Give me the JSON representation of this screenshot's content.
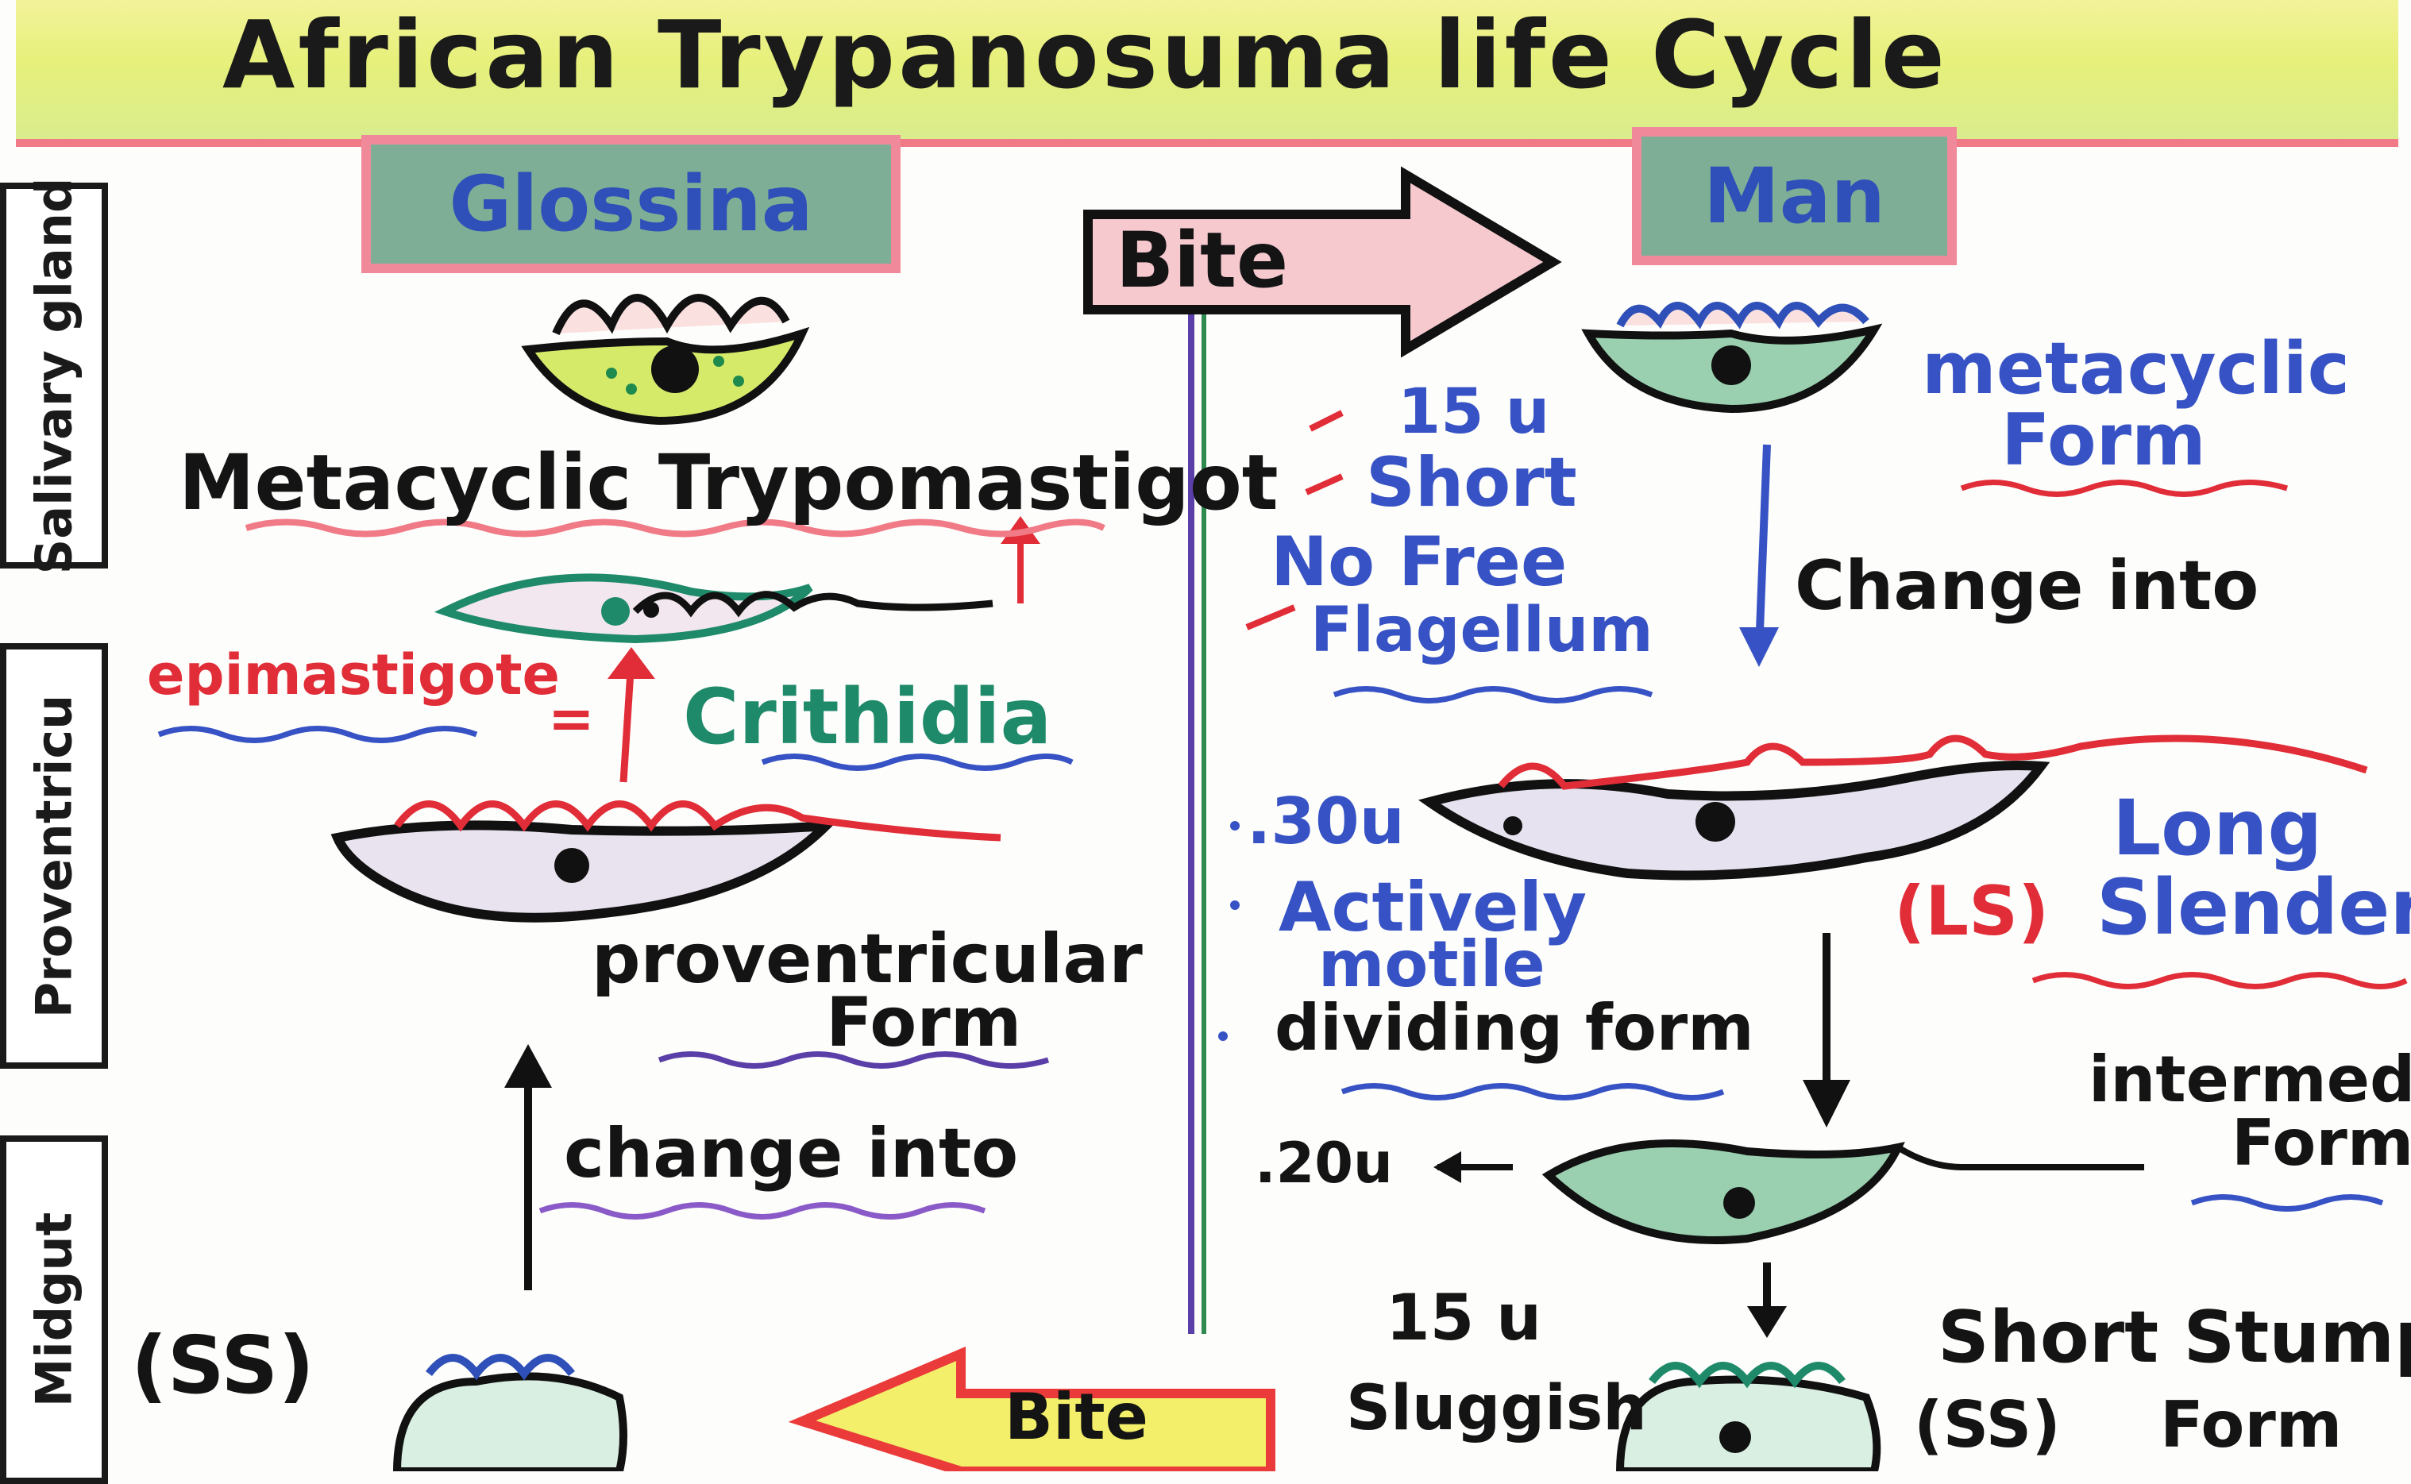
{
  "title": "African Trypanosuma life Cycle",
  "hosts": {
    "vector": "Glossina",
    "human": "Man"
  },
  "side_labels": {
    "salivary": "Salivary gland",
    "proventricu": "Proventricu",
    "midgut": "Midgut"
  },
  "arrows": {
    "bite_top": "Bite",
    "bite_bottom": "Bite"
  },
  "glossina": {
    "metacyclic": "Metacyclic Trypomastigot",
    "epimastigote": "epimastigote",
    "equals": "=",
    "crithidia": "Crithidia",
    "proventricular_line1": "proventricular",
    "proventricular_line2": "Form",
    "change_into": "change into",
    "ss": "(SS)"
  },
  "man": {
    "metacyclic_line1": "metacyclic",
    "metacyclic_line2": "Form",
    "notes": [
      "15 u",
      "Short",
      "No Free",
      "Flagellum"
    ],
    "change_into": "Change into",
    "ls_notes": [
      ".30u",
      "Actively",
      "motile",
      "dividing form"
    ],
    "ls_code": "(LS)",
    "long": "Long",
    "slender": "Slender",
    "intermed_line1": "intermed.",
    "intermed_line2": "Form",
    "twenty_u": ".20u",
    "short_15u": "15 u",
    "sluggish": "Sluggish",
    "short_stumpy_line1": "Short Stumpy",
    "ss_code": "(SS)",
    "short_stumpy_line2": "Form"
  },
  "colors": {
    "pink": "#f07a86",
    "green": "#7fae96",
    "blue": "#3652c4",
    "red": "#e12d37",
    "teal": "#1f8a6a"
  }
}
